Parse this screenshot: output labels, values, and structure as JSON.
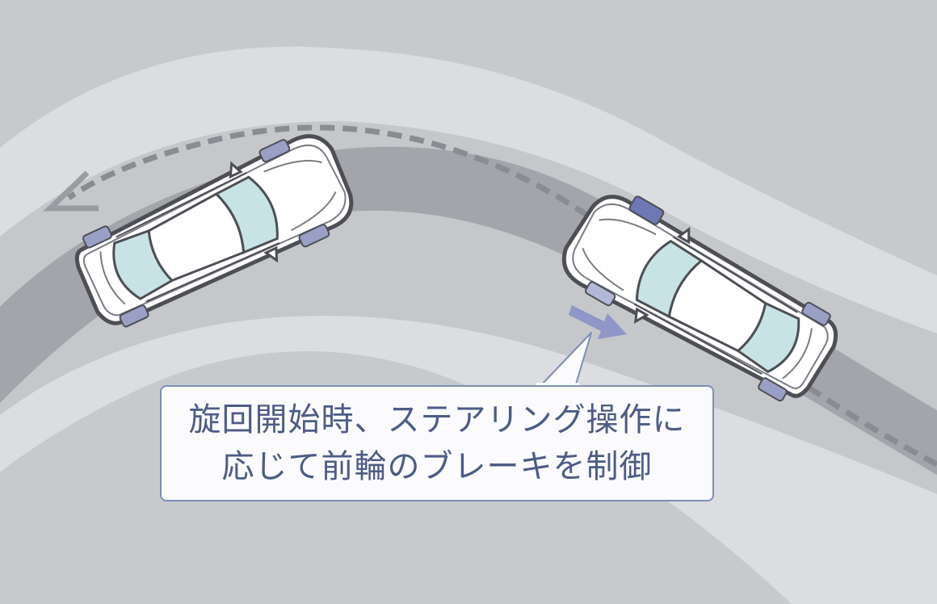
{
  "callout": {
    "line1": "旋回開始時、ステアリング操作に",
    "line2": "応じて前輪のブレーキを制御"
  },
  "colors": {
    "background": "#c8c9cd",
    "road_outer": "#dcdde1",
    "road_inner": "#bfc0c4",
    "track": "#a3a5aa",
    "path_dashes": "#8a8c91",
    "brake_highlight": "#8e97c8",
    "glass": "#c8e3e6",
    "callout_border": "#7b8fb6",
    "callout_text": "#4c5c86"
  },
  "icons": {
    "path_arrow": "dashed-curved-arrow",
    "brake_force_arrow": "blue-arrow"
  }
}
